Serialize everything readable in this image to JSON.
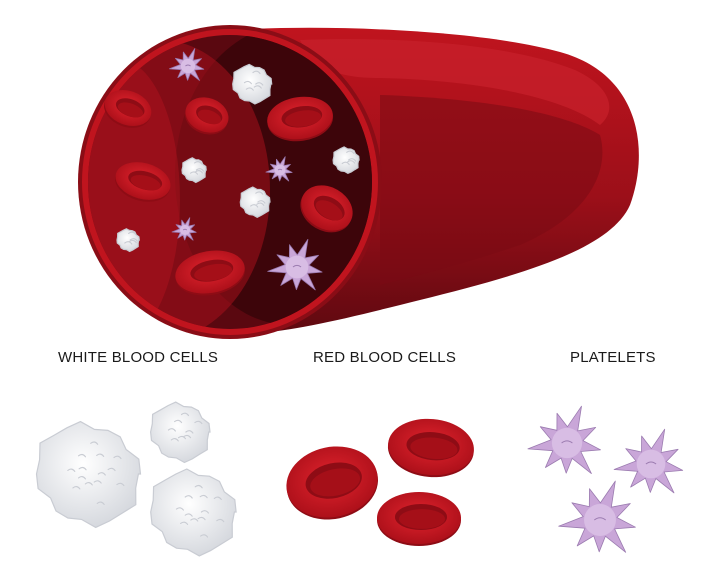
{
  "labels": {
    "white_blood_cells": "WHITE BLOOD CELLS",
    "red_blood_cells": "RED BLOOD CELLS",
    "platelets": "PLATELETS"
  },
  "colors": {
    "vessel_outer": "#b3121d",
    "vessel_dark": "#6b0a12",
    "vessel_lumen": "#4a060c",
    "rbc": "#c8141f",
    "rbc_dark": "#8e0c15",
    "wbc": "#f4f5f7",
    "wbc_shade": "#c9ccd3",
    "platelet": "#c9a6d8",
    "platelet_dark": "#9b7bb0"
  },
  "icons": [
    "blood-vessel-icon",
    "red-blood-cell-icon",
    "white-blood-cell-icon",
    "platelet-icon"
  ]
}
